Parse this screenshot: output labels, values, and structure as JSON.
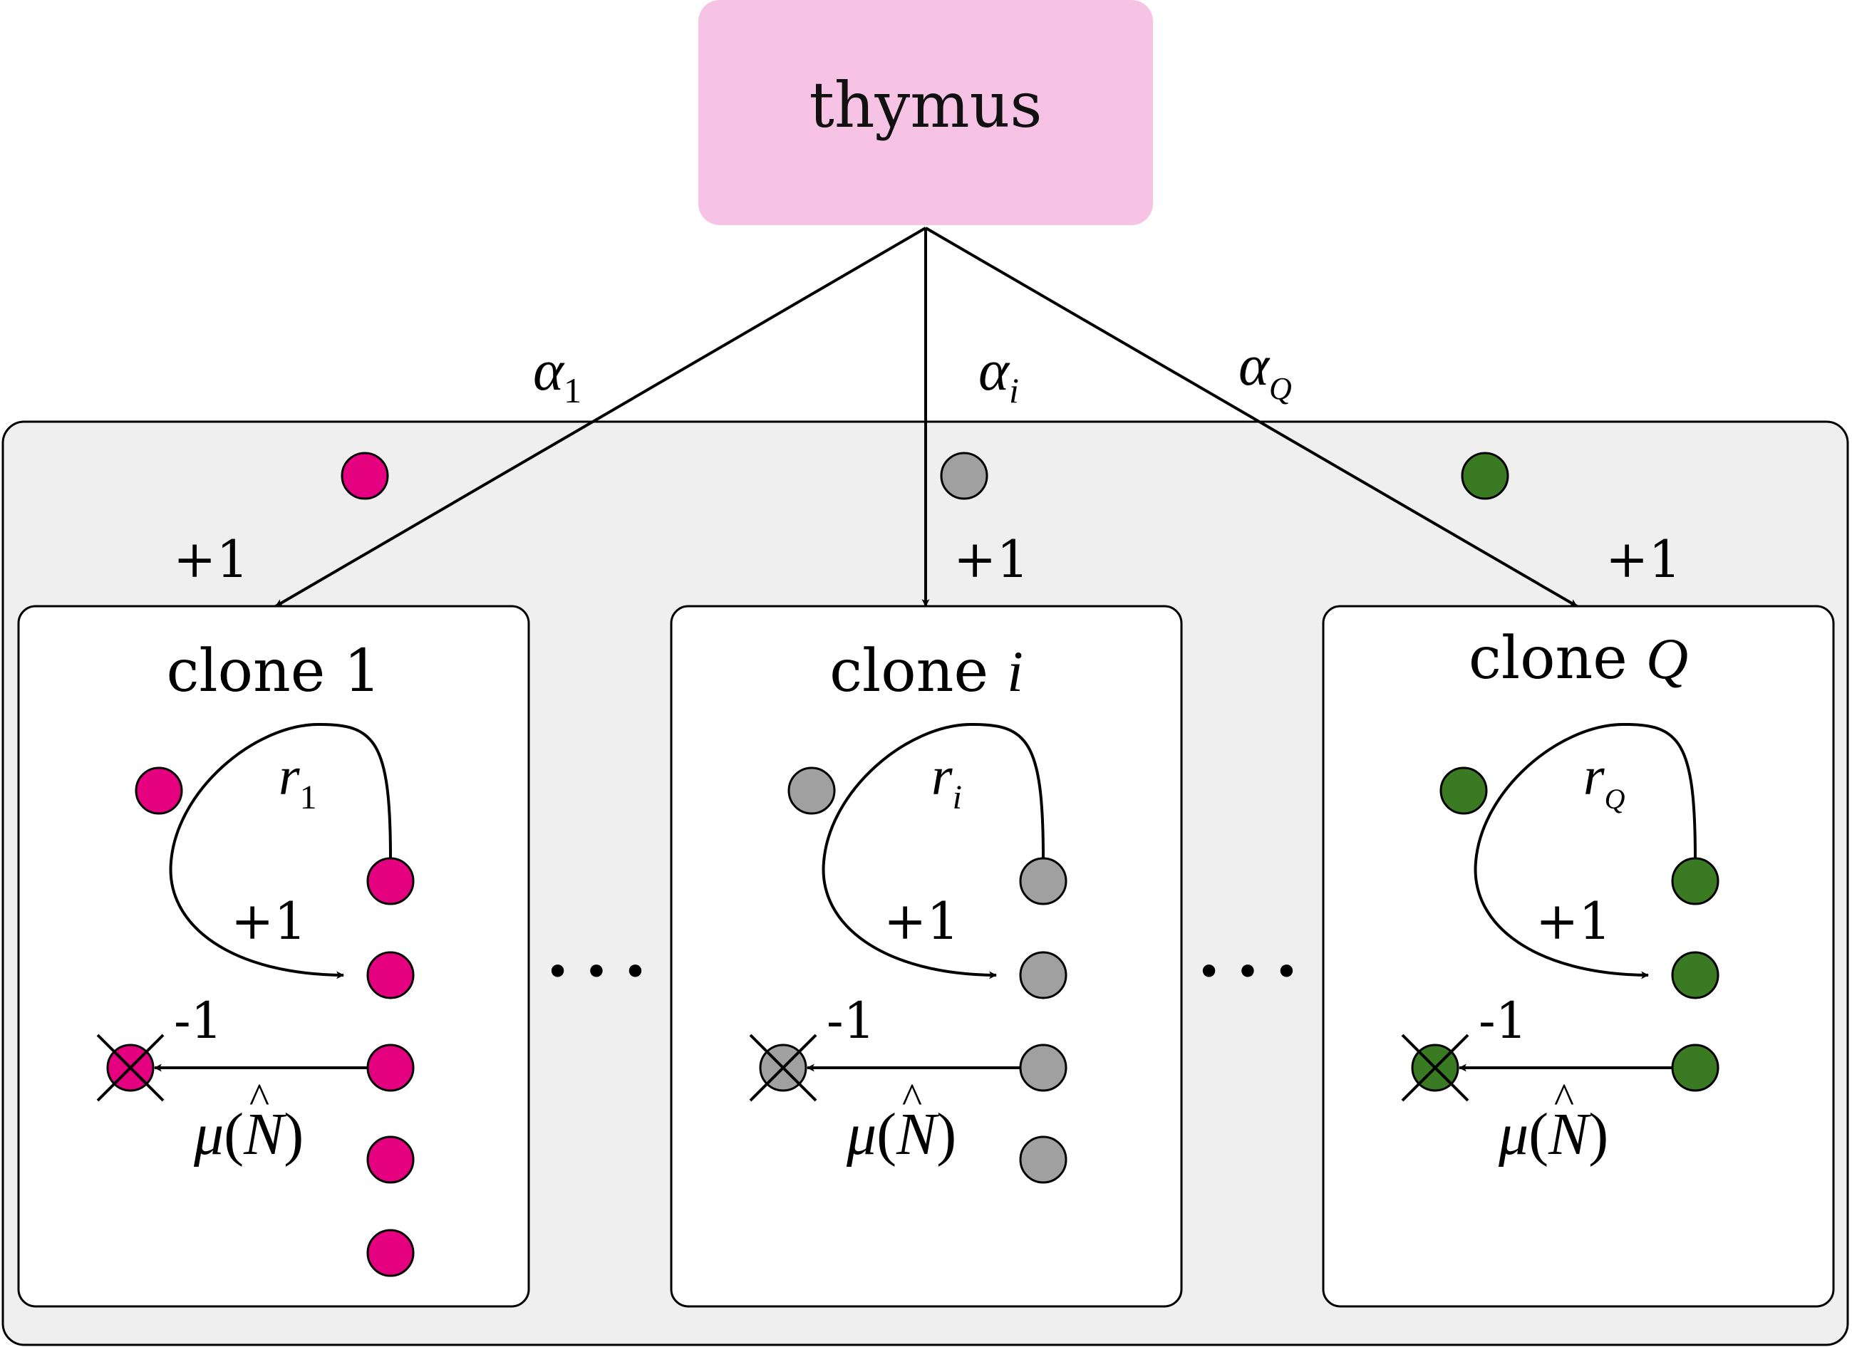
{
  "thymus": {
    "label": "thymus",
    "fill": "#f7c3e4"
  },
  "rates": [
    {
      "base": "α",
      "sub": "1"
    },
    {
      "base": "α",
      "sub": "i"
    },
    {
      "base": "α",
      "sub": "Q"
    }
  ],
  "entry_labels": [
    "+1",
    "+1",
    "+1"
  ],
  "ellipsis": "• • •",
  "colors": {
    "container": "#efefef",
    "arrow": "#000000"
  },
  "clones": [
    {
      "title_prefix": "clone",
      "title_index": "1",
      "color": "#e4007f",
      "prolif_rate": {
        "base": "r",
        "sub": "1"
      },
      "prolif_label": "+1",
      "death_label": "-1",
      "death_rate": {
        "mu": "μ",
        "open": "(",
        "N": "N",
        "hat": "^",
        "close": ")"
      },
      "cells_in_column": 5,
      "has_free_cell": true
    },
    {
      "title_prefix": "clone",
      "title_index": "i",
      "color": "#a0a0a0",
      "prolif_rate": {
        "base": "r",
        "sub": "i"
      },
      "prolif_label": "+1",
      "death_label": "-1",
      "death_rate": {
        "mu": "μ",
        "open": "(",
        "N": "N",
        "hat": "^",
        "close": ")"
      },
      "cells_in_column": 4,
      "has_free_cell": true
    },
    {
      "title_prefix": "clone",
      "title_index": "Q",
      "color": "#3a7a22",
      "prolif_rate": {
        "base": "r",
        "sub": "Q"
      },
      "prolif_label": "+1",
      "death_label": "-1",
      "death_rate": {
        "mu": "μ",
        "open": "(",
        "N": "N",
        "hat": "^",
        "close": ")"
      },
      "cells_in_column": 3,
      "has_free_cell": true
    }
  ]
}
